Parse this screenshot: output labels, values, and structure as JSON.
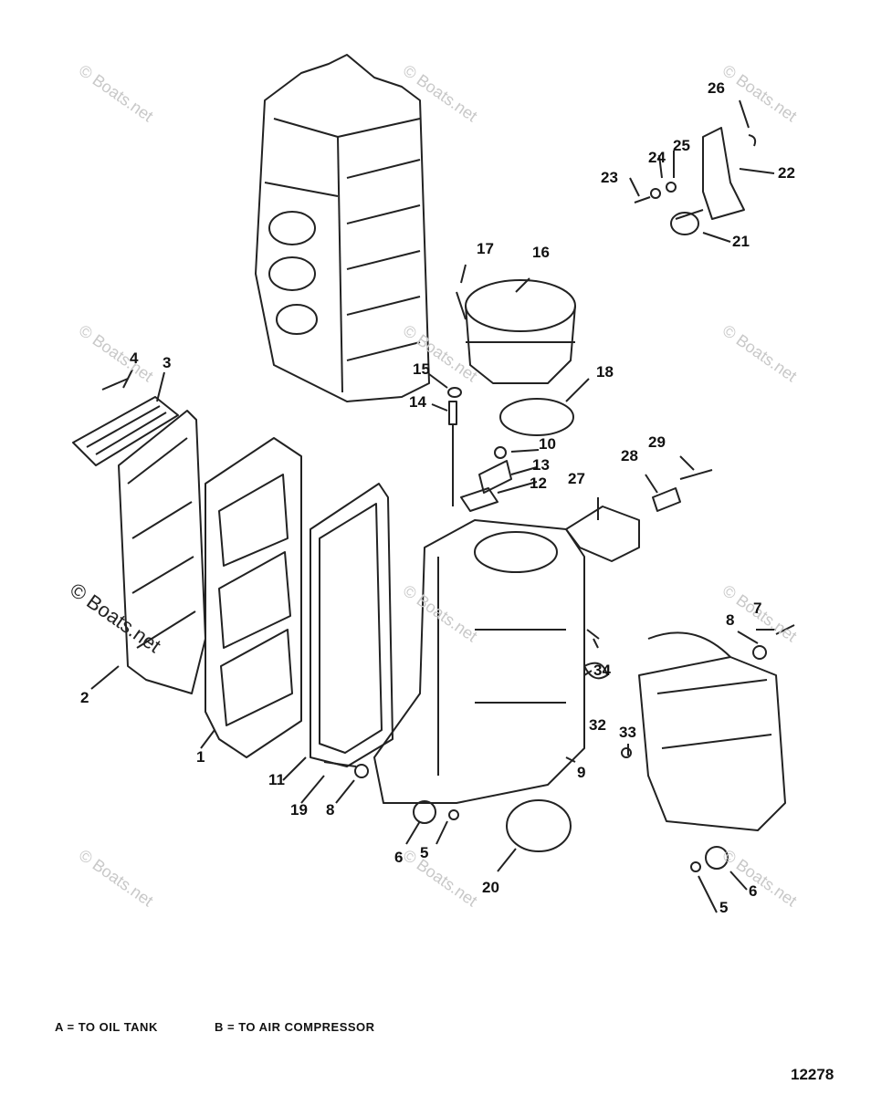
{
  "watermark": "© Boats.net",
  "legend": {
    "a": "A = TO OIL TANK",
    "b": "B = TO AIR COMPRESSOR"
  },
  "figure_number": "12278",
  "callouts": [
    "1",
    "2",
    "3",
    "4",
    "5",
    "5",
    "6",
    "6",
    "7",
    "8",
    "8",
    "9",
    "10",
    "11",
    "12",
    "13",
    "14",
    "15",
    "16",
    "17",
    "18",
    "19",
    "20",
    "21",
    "22",
    "23",
    "24",
    "25",
    "26",
    "27",
    "28",
    "29",
    "32",
    "33",
    "34"
  ]
}
